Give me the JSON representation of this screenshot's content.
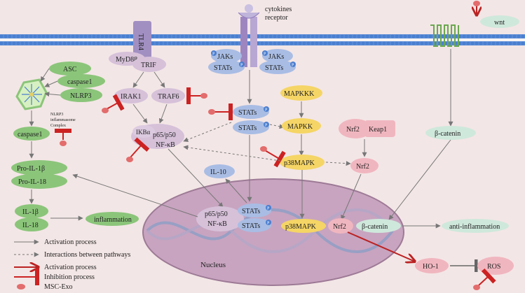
{
  "membrane": {
    "color": "#4a7fd0"
  },
  "receptors": {
    "tlr4": "TLR4",
    "myd88": "MyD88",
    "trif": "TRIF",
    "cytokines_receptor": [
      "cytokines",
      "receptor"
    ],
    "wnt": "wnt"
  },
  "jak_stat": {
    "jaks": "JAKs",
    "stats": "STATs",
    "phospho": "P"
  },
  "inflammasome": {
    "asc": "ASC",
    "caspase1": "caspase1",
    "nlrp3": "NLRP3",
    "complex_label": [
      "NLRP3",
      "inflammasome",
      "Complex"
    ]
  },
  "left_cascade": {
    "caspase1": "caspase1",
    "pro_il1b": "Pro-IL-1β",
    "pro_il18": "Pro-IL-18",
    "il1b": "IL-1β",
    "il18": "IL-18",
    "inflammation": "inflammation"
  },
  "nfkb_path": {
    "irak1": "IRAK1",
    "traf6": "TRAF6",
    "ikba": "IKBα",
    "p65p50": "p65/p50",
    "nfkb": "NF-κB"
  },
  "mapk": {
    "mapkkk": "MAPKKK",
    "mapkk": "MAPKK",
    "p38": "p38MAPK"
  },
  "nrf2": {
    "nrf2": "Nrf2",
    "keap1": "Keap1",
    "ho1": "HO-1",
    "ros": "ROS"
  },
  "wnt_path": {
    "bcatenin": "β-catenin",
    "anti_inflammation": "anti-inflammation"
  },
  "cytokine": {
    "il10": "IL-10"
  },
  "nucleus": {
    "label": "Nucleus"
  },
  "legend": {
    "items": [
      "Activation process",
      "Interactions between pathways",
      "Activation process",
      "Inhibition process",
      "MSC-Exo"
    ]
  }
}
